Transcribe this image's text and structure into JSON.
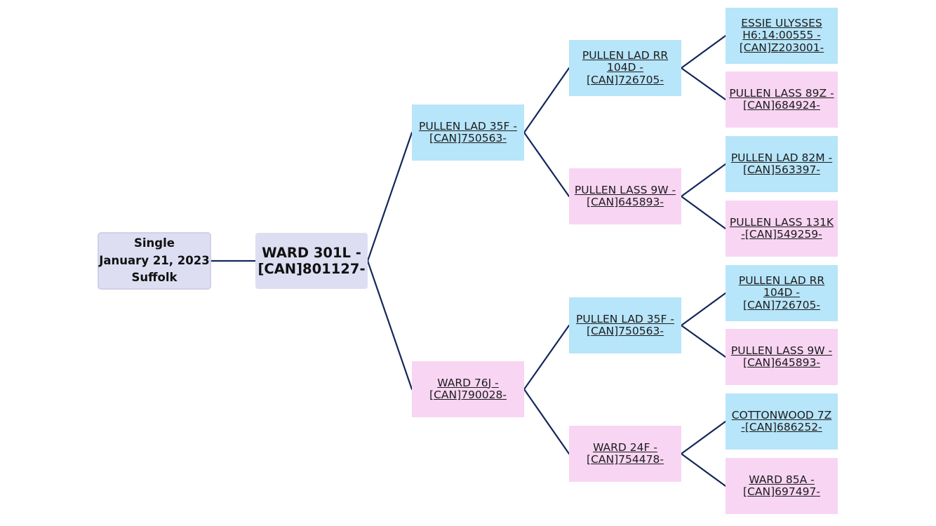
{
  "info": {
    "line1": "Single",
    "line2": "January 21, 2023",
    "line3": "Suffolk"
  },
  "subject": {
    "name": "WARD 301L - [CAN]801127-"
  },
  "sire": {
    "name": "PULLEN LAD 35F - [CAN]750563-",
    "sire": {
      "name": "PULLEN LAD RR 104D - [CAN]726705-",
      "sire": {
        "name": "ESSIE ULYSSES H6:14:00555 - [CAN]Z203001-"
      },
      "dam": {
        "name": "PULLEN LASS 89Z - [CAN]684924-"
      }
    },
    "dam": {
      "name": "PULLEN LASS 9W - [CAN]645893-",
      "sire": {
        "name": "PULLEN LAD 82M - [CAN]563397-"
      },
      "dam": {
        "name": "PULLEN LASS 131K -[CAN]549259-"
      }
    }
  },
  "dam": {
    "name": "WARD 76J - [CAN]790028-",
    "sire": {
      "name": "PULLEN LAD 35F - [CAN]750563-",
      "sire": {
        "name": "PULLEN LAD RR 104D - [CAN]726705-"
      },
      "dam": {
        "name": "PULLEN LASS 9W - [CAN]645893-"
      }
    },
    "dam": {
      "name": "WARD 24F - [CAN]754478-",
      "sire": {
        "name": "COTTONWOOD 7Z -[CAN]686252-"
      },
      "dam": {
        "name": "WARD 85A - [CAN]697497-"
      }
    }
  }
}
